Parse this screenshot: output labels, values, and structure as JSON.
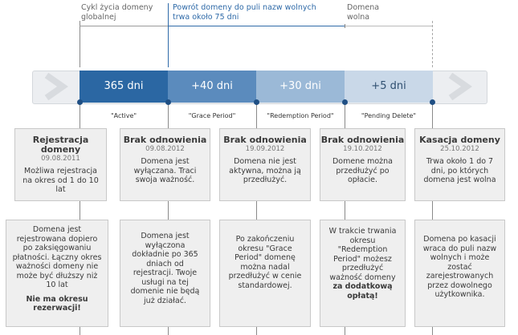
{
  "header": {
    "lifecycle": "Cykl życia domeny globalnej",
    "return": "Powrót domeny do puli nazw wolnych trwa około 75 dni",
    "free": "Domena wolna"
  },
  "timeline": {
    "segments": [
      {
        "label": "365 dni",
        "color": "#2b67a3"
      },
      {
        "label": "+40 dni",
        "color": "#5b8bbd"
      },
      {
        "label": "+30 dni",
        "color": "#9bb9d7"
      },
      {
        "label": "+5 dni",
        "color": "#c9d8e8"
      }
    ],
    "periods": [
      "\"Active\"",
      "\"Grace Period\"",
      "\"Redemption Period\"",
      "\"Pending Delete\""
    ]
  },
  "stages": [
    {
      "title": "Rejestracja domeny",
      "date": "09.08.2011",
      "desc": "Możliwa rejestracja na okres od 1 do 10 lat"
    },
    {
      "title": "Brak odnowienia",
      "date": "09.08.2012",
      "desc": "Domena jest wyłączana. Traci swoja ważność."
    },
    {
      "title": "Brak odnowienia",
      "date": "19.09.2012",
      "desc": "Domena nie jest aktywna, można ją przedłużyć."
    },
    {
      "title": "Brak odnowienia",
      "date": "19.10.2012",
      "desc": "Domene można przedłużyć po opłacie."
    },
    {
      "title": "Kasacja domeny",
      "date": "25.10.2012",
      "desc": "Trwa około 1 do 7 dni, po których domena jest wolna"
    }
  ],
  "details": [
    {
      "text": "Domena jest rejestrowana dopiero po zaksięgowaniu płatności. Łączny okres ważności domeny nie może być dłuższy niż 10 lat",
      "bold": "Nie ma okresu rezerwacji!"
    },
    {
      "text": "Domena jest wyłączona dokładnie po 365 dniach od rejestracji. Twoje usługi na tej domenie nie będą już działać.",
      "bold": ""
    },
    {
      "text": "Po zakończeniu okresu \"Grace Period\" domenę można nadal przedłużyć w cenie standardowej.",
      "bold": ""
    },
    {
      "text": "W trakcie trwania okresu \"Redemption Period\" możesz przedłużyć ważność domeny",
      "bold": "za dodatkową opłatą!"
    },
    {
      "text": "Domena po kasacji wraca do puli nazw wolnych i może zostać zarejestrowanych przez dowolnego użytkownika.",
      "bold": ""
    }
  ]
}
